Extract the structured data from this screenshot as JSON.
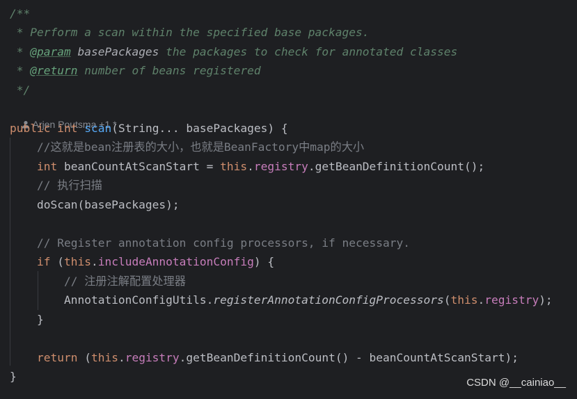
{
  "javadoc": {
    "open": "/**",
    "summary": " * Perform a scan within the specified base packages.",
    "param_prefix": " * ",
    "param_tag": "@param",
    "param_name": " basePackages",
    "param_desc": " the packages to check for annotated classes",
    "return_prefix": " * ",
    "return_tag": "@return",
    "return_desc": " number of beans registered",
    "close": " */"
  },
  "author_hint": "Arjen Poutsma +1 *",
  "method": {
    "modifier": "public",
    "return_type": "int",
    "name": "scan",
    "params": "(String... basePackages) {"
  },
  "body": {
    "comment_size": "//这就是bean注册表的大小，也就是BeanFactory中map的大小",
    "decl_type": "int",
    "decl_rest": " beanCountAtScanStart = ",
    "this_kw": "this",
    "dot": ".",
    "registry": "registry",
    "get_count": ".getBeanDefinitionCount();",
    "comment_exec": "// 执行扫描",
    "do_scan": "doScan(basePackages);",
    "comment_register": "// Register annotation config processors, if necessary.",
    "if_kw": "if",
    "if_open": " (",
    "include_field": "includeAnnotationConfig",
    "if_close": ") {",
    "comment_register_cn": "// 注册注解配置处理器",
    "utils_class": "AnnotationConfigUtils.",
    "utils_method": "registerAnnotationConfigProcessors",
    "paren_open": "(",
    "call_close": ");",
    "block_close": "}",
    "return_kw": "return",
    "return_open": " (",
    "return_rest": ".getBeanDefinitionCount() - beanCountAtScanStart);",
    "method_close": "}"
  },
  "watermark": "CSDN @__cainiao__",
  "colors": {
    "background": "#1e1f22",
    "keyword": "#cf8e6d",
    "field": "#c77dbb",
    "method_declaration": "#56a8f5",
    "javadoc": "#5f826b",
    "comment": "#7a7e85",
    "text": "#bcbec4"
  }
}
